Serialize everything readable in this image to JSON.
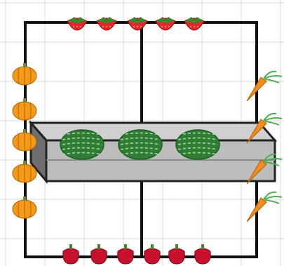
{
  "scene": {
    "grid_color": "#d9d9d9",
    "frame_color": "#111111",
    "divider_color": "#111111"
  },
  "produce": {
    "top_row": {
      "item": "strawberry-icon",
      "count": 5
    },
    "bottom_row": {
      "item": "red-pepper-icon",
      "count": 6
    },
    "left_column": {
      "item": "pumpkin-icon",
      "count": 5
    },
    "right_column": {
      "item": "carrot-icon",
      "count": 4
    },
    "center_box": {
      "item": "watermelon-icon",
      "count": 3
    }
  },
  "colors": {
    "strawberry": "#e3262d",
    "strawberry_leaf": "#2f8f2b",
    "pepper": "#c8102e",
    "pepper_stem": "#3d8b2f",
    "pumpkin": "#f39a1a",
    "pumpkin_stem": "#6b8e23",
    "carrot": "#f28c1c",
    "carrot_leaf": "#4caf50",
    "watermelon": "#2e7d32",
    "watermelon_stripe": "#a5d6a7",
    "box_top": "#d0d0d0",
    "box_front": "#bdbdbd",
    "box_dark": "#6e6e6e"
  }
}
